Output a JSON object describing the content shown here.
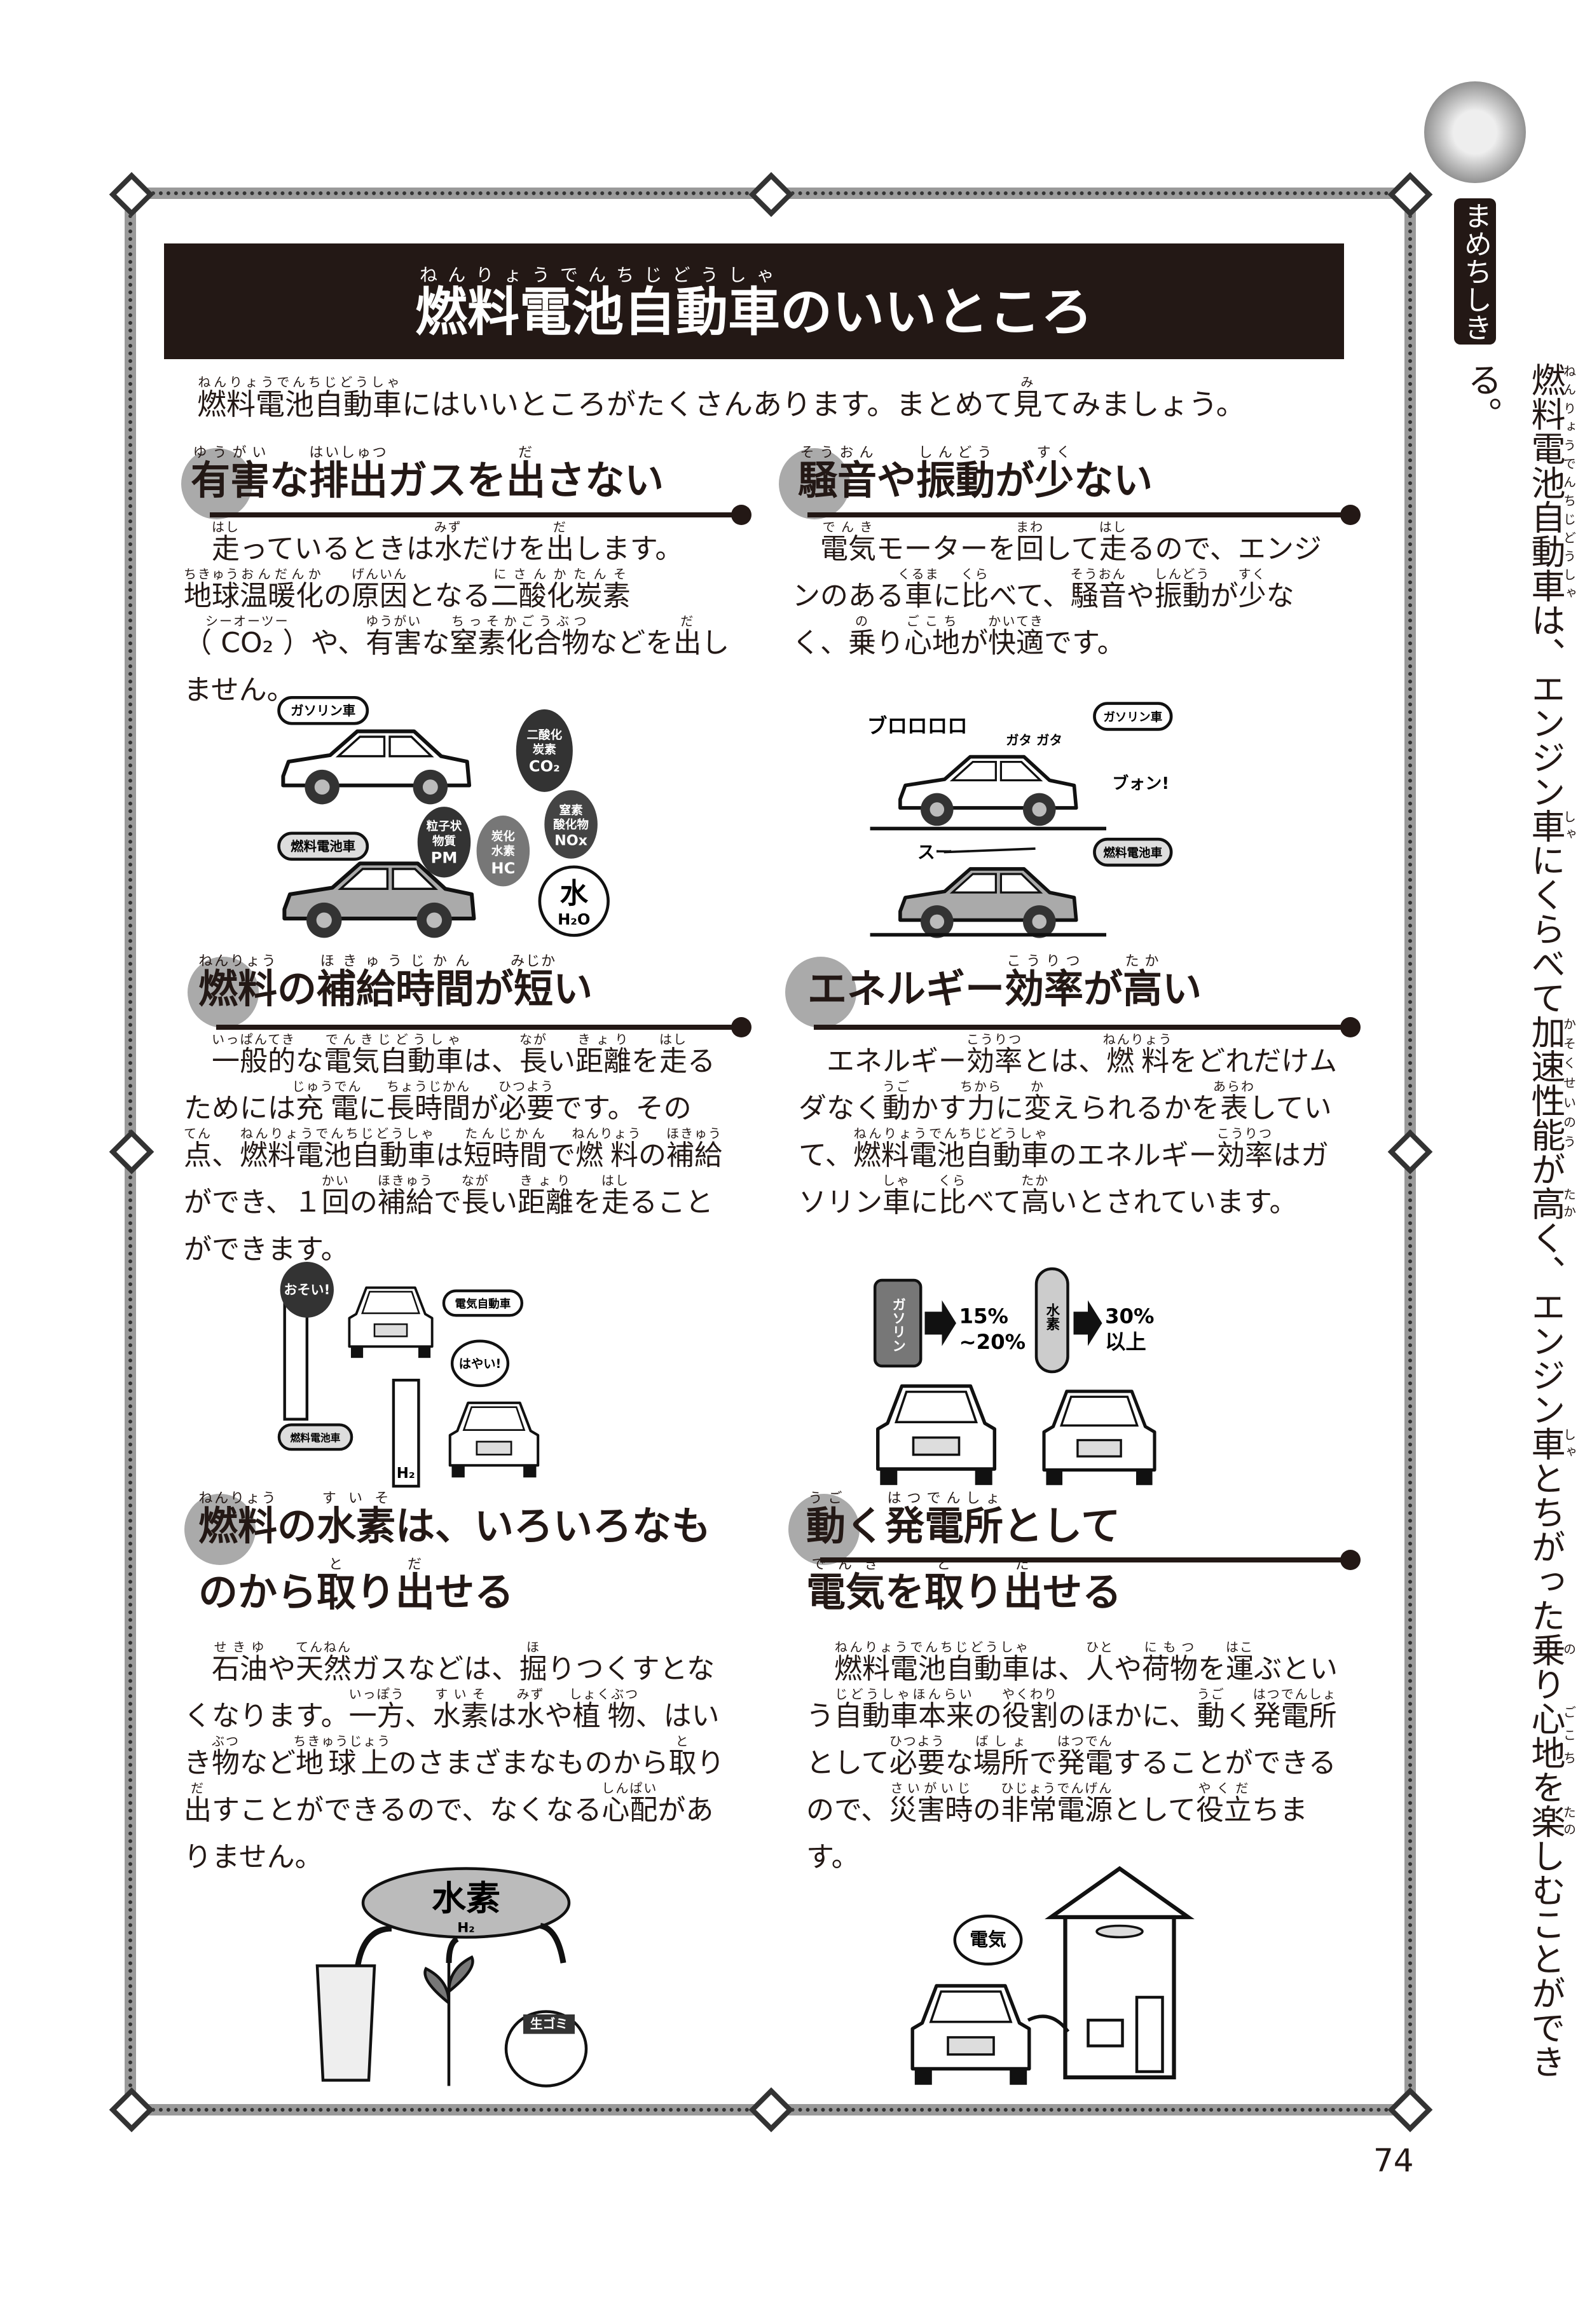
{
  "title": [
    [
      "燃料電池自動車",
      "ねんりょうでんちじどうしゃ"
    ],
    "のいいところ"
  ],
  "intro": [
    [
      "燃料電池自動車",
      "ねんりょうでんちじどうしゃ"
    ],
    "にはいいところがたくさんあります。まとめて",
    [
      "見",
      "み"
    ],
    "てみましょう。"
  ],
  "sections": [
    {
      "heading_lines": [
        [
          [
            "有害",
            "ゆうがい"
          ],
          "な",
          [
            "排出",
            "はいしゅつ"
          ],
          "ガスを",
          [
            "出",
            "だ"
          ],
          "さない"
        ]
      ],
      "body": [
        "　",
        [
          "走",
          "はし"
        ],
        "っているときは",
        [
          "水",
          "みず"
        ],
        "だけを",
        [
          "出",
          "だ"
        ],
        "します。",
        [
          "地球",
          "ちきゅう"
        ],
        [
          "温暖化",
          "おんだんか"
        ],
        "の",
        [
          "原因",
          "げんいん"
        ],
        "となる",
        [
          "二酸化炭素",
          "にさんかたんそ"
        ],
        "（",
        [
          "CO₂",
          "シーオーツー"
        ],
        "）や、",
        [
          "有害",
          "ゆうがい"
        ],
        "な",
        [
          "窒素化合物",
          "ちっそかごうぶつ"
        ],
        "などを",
        [
          "出",
          "だ"
        ],
        "しません。"
      ]
    },
    {
      "heading_lines": [
        [
          [
            "騒音",
            "そうおん"
          ],
          "や",
          [
            "振動",
            "しんどう"
          ],
          "が",
          [
            "少",
            "すく"
          ],
          "ない"
        ]
      ],
      "body": [
        "　",
        [
          "電気",
          "でんき"
        ],
        "モーターを",
        [
          "回",
          "まわ"
        ],
        "して",
        [
          "走",
          "はし"
        ],
        "るので、エンジンのある",
        [
          "車",
          "くるま"
        ],
        "に",
        [
          "比",
          "くら"
        ],
        "べて、",
        [
          "騒音",
          "そうおん"
        ],
        "や",
        [
          "振動",
          "しんどう"
        ],
        "が",
        [
          "少",
          "すく"
        ],
        "なく、",
        [
          "乗",
          "の"
        ],
        "り",
        [
          "心地",
          "ごこち"
        ],
        "が",
        [
          "快適",
          "かいてき"
        ],
        "です。"
      ]
    },
    {
      "heading_lines": [
        [
          [
            "燃料",
            "ねんりょう"
          ],
          "の",
          [
            "補給時間",
            "ほきゅうじかん"
          ],
          "が",
          [
            "短",
            "みじか"
          ],
          "い"
        ]
      ],
      "body": [
        "　",
        [
          "一般的",
          "いっぱんてき"
        ],
        "な",
        [
          "電気自動車",
          "でんきじどうしゃ"
        ],
        "は、",
        [
          "長",
          "なが"
        ],
        "い",
        [
          "距離",
          "きょり"
        ],
        "を",
        [
          "走",
          "はし"
        ],
        "るためには",
        [
          "充電",
          "じゅうでん"
        ],
        "に",
        [
          "長時間",
          "ちょうじかん"
        ],
        "が",
        [
          "必要",
          "ひつよう"
        ],
        "です。その",
        [
          "点",
          "てん"
        ],
        "、",
        [
          "燃料電池自動車",
          "ねんりょうでんちじどうしゃ"
        ],
        "は",
        [
          "短時間",
          "たんじかん"
        ],
        "で",
        [
          "燃料",
          "ねんりょう"
        ],
        "の",
        [
          "補給",
          "ほきゅう"
        ],
        "ができ、１",
        [
          "回",
          "かい"
        ],
        "の",
        [
          "補給",
          "ほきゅう"
        ],
        "で",
        [
          "長",
          "なが"
        ],
        "い",
        [
          "距離",
          "きょり"
        ],
        "を",
        [
          "走",
          "はし"
        ],
        "ることができます。"
      ]
    },
    {
      "heading_lines": [
        [
          "エネルギー",
          [
            "効率",
            "こうりつ"
          ],
          "が",
          [
            "高",
            "たか"
          ],
          "い"
        ]
      ],
      "body": [
        "　エネルギー",
        [
          "効率",
          "こうりつ"
        ],
        "とは、",
        [
          "燃料",
          "ねんりょう"
        ],
        "をどれだけムダなく",
        [
          "動",
          "うご"
        ],
        "かす",
        [
          "力",
          "ちから"
        ],
        "に",
        [
          "変",
          "か"
        ],
        "えられるかを",
        [
          "表",
          "あらわ"
        ],
        "していて、",
        [
          "燃料電池自動車",
          "ねんりょうでんちじどうしゃ"
        ],
        "のエネルギー",
        [
          "効率",
          "こうりつ"
        ],
        "はガソリン",
        [
          "車",
          "しゃ"
        ],
        "に",
        [
          "比",
          "くら"
        ],
        "べて",
        [
          "高",
          "たか"
        ],
        "いとされています。"
      ]
    },
    {
      "heading_lines": [
        [
          [
            "燃料",
            "ねんりょう"
          ],
          "の",
          [
            "水素",
            "すいそ"
          ],
          "は、いろいろなも"
        ],
        [
          "のから",
          [
            "取",
            "と"
          ],
          "り",
          [
            "出",
            "だ"
          ],
          "せる"
        ]
      ],
      "body": [
        "　",
        [
          "石油",
          "せきゆ"
        ],
        "や",
        [
          "天然",
          "てんねん"
        ],
        "ガスなどは、",
        [
          "掘",
          "ほ"
        ],
        "りつくすとなくなります。",
        [
          "一方",
          "いっぽう"
        ],
        "、",
        [
          "水素",
          "すいそ"
        ],
        "は",
        [
          "水",
          "みず"
        ],
        "や",
        [
          "植物",
          "しょくぶつ"
        ],
        "、はいき",
        [
          "物",
          "ぶつ"
        ],
        "など",
        [
          "地球上",
          "ちきゅうじょう"
        ],
        "のさまざまなものから",
        [
          "取",
          "と"
        ],
        "り",
        [
          "出",
          "だ"
        ],
        "すことができるので、なくなる",
        [
          "心配",
          "しんぱい"
        ],
        "がありません。"
      ]
    },
    {
      "heading_lines": [
        [
          [
            "動",
            "うご"
          ],
          "く",
          [
            "発電所",
            "はつでんしょ"
          ],
          "として"
        ],
        [
          [
            "電気",
            "でんき"
          ],
          "を",
          [
            "取",
            "と"
          ],
          "り",
          [
            "出",
            "だ"
          ],
          "せる"
        ]
      ],
      "body": [
        "　",
        [
          "燃料電池自動車",
          "ねんりょうでんちじどうしゃ"
        ],
        "は、",
        [
          "人",
          "ひと"
        ],
        "や",
        [
          "荷物",
          "にもつ"
        ],
        "を",
        [
          "運",
          "はこ"
        ],
        "ぶという",
        [
          "自動車本来",
          "じどうしゃほんらい"
        ],
        "の",
        [
          "役割",
          "やくわり"
        ],
        "のほかに、",
        [
          "動",
          "うご"
        ],
        "く",
        [
          "発電所",
          "はつでんしょ"
        ],
        "として",
        [
          "必要",
          "ひつよう"
        ],
        "な",
        [
          "場所",
          "ばしょ"
        ],
        "で",
        [
          "発電",
          "はつでん"
        ],
        "することができるので、",
        [
          "災害時",
          "さいがいじ"
        ],
        "の",
        [
          "非常電源",
          "ひじょうでんげん"
        ],
        "として",
        [
          "役立",
          "やくだ"
        ],
        "ちます。"
      ]
    }
  ],
  "illustrations": {
    "emissions": {
      "gasoline_car": "ガソリン車",
      "fc_car": "燃料電池車",
      "co2": [
        "二酸化",
        "炭素",
        "CO₂"
      ],
      "nox": [
        "窒素",
        "酸化物",
        "NOx"
      ],
      "pm": [
        "粒子状",
        "物質",
        "PM"
      ],
      "hc": [
        "炭化",
        "水素",
        "HC"
      ],
      "water": [
        "水",
        "H₂O"
      ]
    },
    "noise": {
      "gasoline_car": "ガソリン車",
      "fc_car": "燃料電池車",
      "sfx_engine": "ブロロロロ",
      "sfx_rattle": "ガタ ガタ",
      "sfx_vroom": "ブォン!",
      "sfx_smooth": "スー"
    },
    "refuel": {
      "slow": "おそい!",
      "ev": "電気自動車",
      "fast": "はやい!",
      "fc_car": "燃料電池車",
      "h2": "H₂"
    },
    "efficiency": {
      "gasoline": "ガソリン",
      "gasoline_rate": [
        "15%",
        "~20%"
      ],
      "hydrogen": "水素",
      "hydrogen_rate": [
        "30%",
        "以上"
      ]
    },
    "sources": {
      "hydrogen": "水素",
      "h2": "H₂",
      "garbage": "生ゴミ"
    },
    "power": {
      "electricity": "電気"
    }
  },
  "sidebar": {
    "label": "まめちしき",
    "text": [
      [
        "燃料電池自動車",
        "ねんりょうでんちじどうしゃ"
      ],
      "は、エンジン",
      [
        "車",
        "しゃ"
      ],
      "にくらべて",
      [
        "加速性能",
        "かそくせいのう"
      ],
      "が",
      [
        "高",
        "たか"
      ],
      "く、エンジン",
      [
        "車",
        "しゃ"
      ],
      "とちがった",
      [
        "乗",
        "の"
      ],
      "り",
      [
        "心地",
        "ごこち"
      ],
      "を",
      [
        "楽",
        "たの"
      ],
      "しむことができる。"
    ]
  },
  "page_number": "74"
}
